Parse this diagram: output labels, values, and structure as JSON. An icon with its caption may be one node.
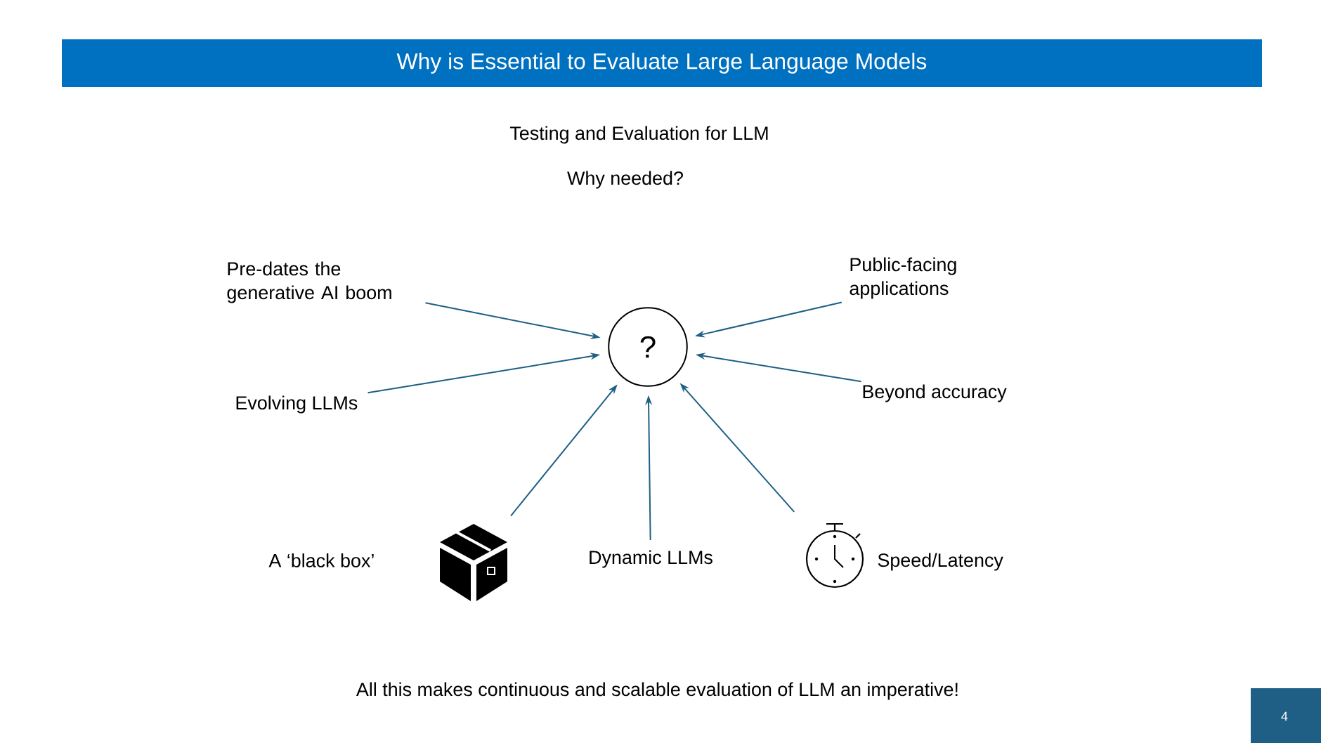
{
  "diagram": {
    "title": "Why is Essential to Evaluate Large Language Models",
    "nodes": [
      {
        "text": [
          "?"
        ]
      },
      {
        "text": [
          "Pre-dates the generative AI boom"
        ]
      },
      {
        "text": [
          "Public-facing applications"
        ]
      },
      {
        "text": [
          "Evolving LLMs"
        ]
      },
      {
        "text": [
          "Beyond accuracy"
        ]
      },
      {
        "text": [],
        "shape": "picture",
        "beside": [
          "A ‘black box’"
        ]
      },
      {
        "text": [
          "Dynamic LLMs"
        ]
      },
      {
        "text": [],
        "shape": "stopwatch",
        "beside": [
          "Speed/Latency"
        ]
      }
    ],
    "edges": [
      {
        "from": 1,
        "to": 0,
        "arrow": "to"
      },
      {
        "from": 2,
        "to": 0,
        "arrow": "to"
      },
      {
        "from": 3,
        "to": 0,
        "arrow": "to"
      },
      {
        "from": 4,
        "to": 0,
        "arrow": "to"
      },
      {
        "from": 5,
        "to": 0,
        "arrow": "to"
      },
      {
        "from": 6,
        "to": 0,
        "arrow": "to"
      },
      {
        "from": 7,
        "to": 0,
        "arrow": "to"
      }
    ],
    "labels": [
      "Testing and Evaluation for LLM",
      "Why needed?",
      "All this makes continuous and scalable evaluation of LLM an imperative!",
      "4"
    ]
  }
}
